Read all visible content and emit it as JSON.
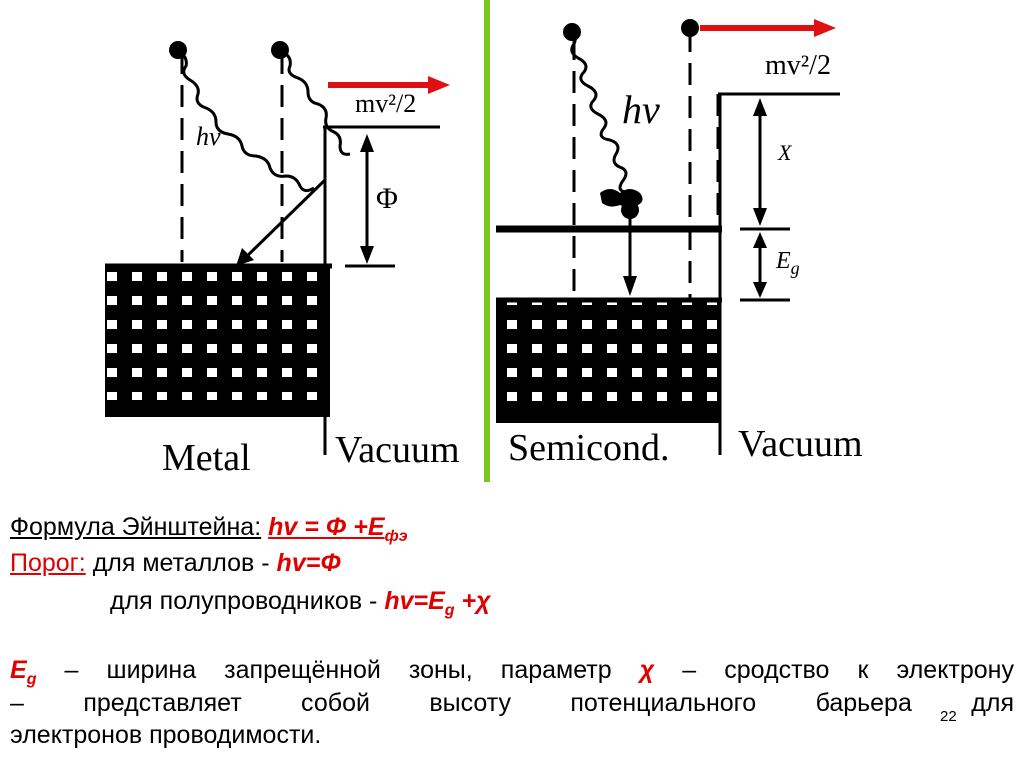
{
  "diagram": {
    "metal_label": "Metal",
    "vacuum_left_label": "Vacuum",
    "semicond_label": "Semicond.",
    "vacuum_right_label": "Vacuum",
    "kinetic_left": "mv²/2",
    "kinetic_right": "mv²/2",
    "photon_left": "hv",
    "photon_right": "hv",
    "work_function": "Φ",
    "affinity": "X",
    "gap": "E",
    "gap_sub": "g",
    "divider_color": "#7cc41f",
    "arrow_color": "#e01010"
  },
  "text": {
    "einstein_label": "Формула Эйнштейна:",
    "einstein_formula": "hv = Φ +E",
    "einstein_sub": "фэ",
    "threshold_label": "Порог:",
    "threshold_metal_text": " для металлов - ",
    "threshold_metal_formula": "hv=Φ",
    "threshold_semi_text": "для полупроводников - ",
    "threshold_semi_formula_a": "hv=E",
    "threshold_semi_sub": "g",
    "threshold_semi_formula_b": " +χ",
    "desc_eg": "E",
    "desc_eg_sub": "g",
    "desc_line1_a": " – ширина запрещённой зоны, параметр ",
    "desc_chi": "χ",
    "desc_line1_b": " – сродство к электрону",
    "desc_line2": "– представляет собой высоту потенциального барьера для",
    "desc_line3": "электронов проводимости.",
    "page_number": "22"
  }
}
